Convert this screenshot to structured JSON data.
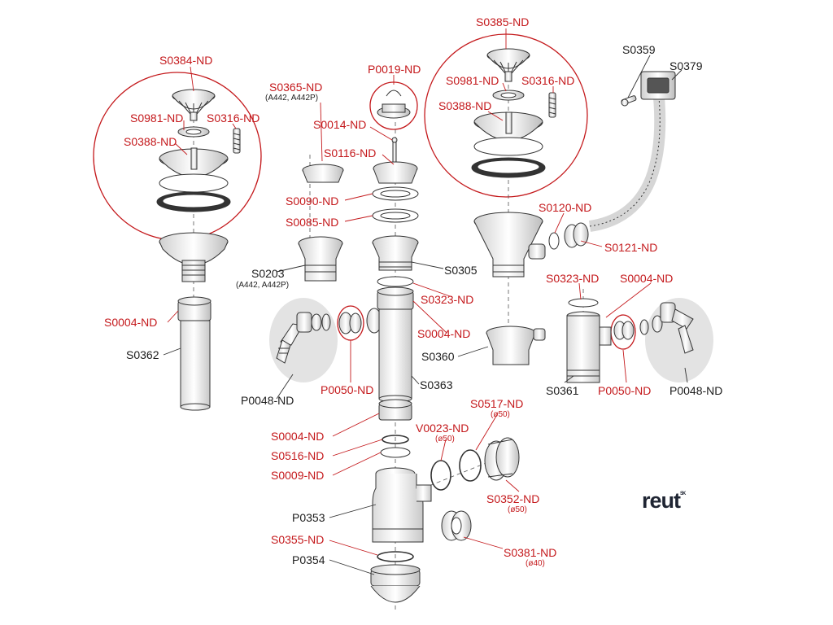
{
  "brand": {
    "name": "reut",
    "suffix": "SK"
  },
  "colors": {
    "part_code": "#c4191c",
    "assembly_code": "#1c1c1c",
    "callout": "#c4191c",
    "leader": "#333333",
    "group_shade": "#e3e3e3"
  },
  "labels": {
    "s0384": "S0384-ND",
    "s0981_l": "S0981-ND",
    "s0316_l": "S0316-ND",
    "s0388_l": "S0388-ND",
    "s0365": "S0365-ND",
    "s0365_sub": "(A442, A442P)",
    "p0019": "P0019-ND",
    "s0014": "S0014-ND",
    "s0116": "S0116-ND",
    "s0090": "S0090-ND",
    "s0085": "S0085-ND",
    "s0203": "S0203",
    "s0203_sub": "(A442, A442P)",
    "s0305": "S0305",
    "s0323_c": "S0323-ND",
    "s0004_l": "S0004-ND",
    "s0362": "S0362",
    "p0048_l": "P0048-ND",
    "p0050_c": "P0050-ND",
    "s0004_c": "S0004-ND",
    "s0363": "S0363",
    "s0385": "S0385-ND",
    "s0981_r": "S0981-ND",
    "s0316_r": "S0316-ND",
    "s0388_r": "S0388-ND",
    "s0359": "S0359",
    "s0379": "S0379",
    "s0120": "S0120-ND",
    "s0121": "S0121-ND",
    "s0323_r": "S0323-ND",
    "s0004_r": "S0004-ND",
    "s0360": "S0360",
    "s0361": "S0361",
    "p0050_r": "P0050-ND",
    "p0048_r": "P0048-ND",
    "s0004_b": "S0004-ND",
    "s0516": "S0516-ND",
    "s0009": "S0009-ND",
    "v0023": "V0023-ND",
    "v0023_sub": "(ø50)",
    "s0517": "S0517-ND",
    "s0517_sub": "(ø50)",
    "s0352": "S0352-ND",
    "s0352_sub": "(ø50)",
    "p0353": "P0353",
    "s0355": "S0355-ND",
    "p0354": "P0354",
    "s0381": "S0381-ND",
    "s0381_sub": "(ø40)"
  }
}
